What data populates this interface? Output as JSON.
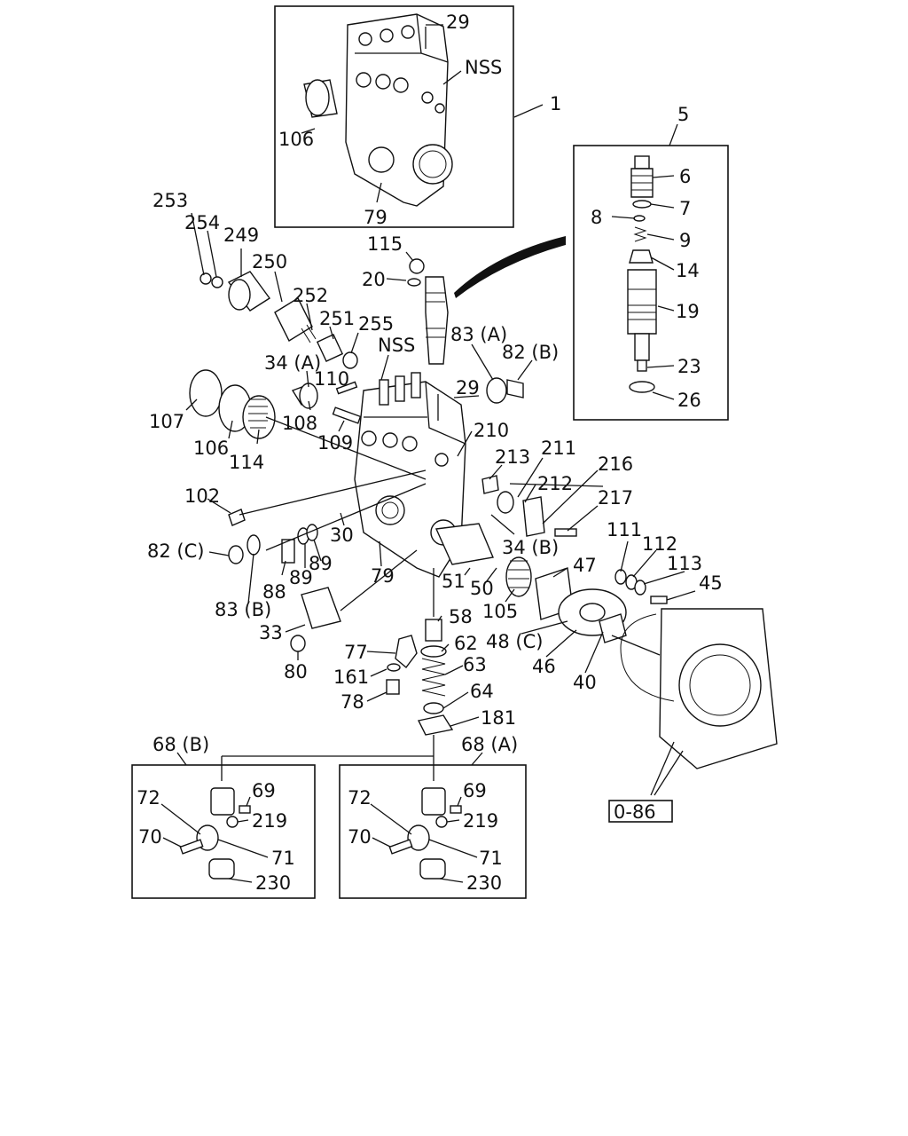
{
  "diagram": {
    "callouts": {
      "c29a": "29",
      "nssa": "NSS",
      "c1": "1",
      "c106a": "106",
      "c79a": "79",
      "c5": "5",
      "c6": "6",
      "c7": "7",
      "c8": "8",
      "c9": "9",
      "c14": "14",
      "c19": "19",
      "c23": "23",
      "c26": "26",
      "c253": "253",
      "c254": "254",
      "c249": "249",
      "c250": "250",
      "c252": "252",
      "c251": "251",
      "c255": "255",
      "nssb": "NSS",
      "c115": "115",
      "c20": "20",
      "c83a": "83 (A)",
      "c82b": "82 (B)",
      "c34a": "34 (A)",
      "c110": "110",
      "c29b": "29",
      "c107": "107",
      "c106b": "106",
      "c114": "114",
      "c108": "108",
      "c109": "109",
      "c210": "210",
      "c211": "211",
      "c213": "213",
      "c212": "212",
      "c216": "216",
      "c217": "217",
      "c102": "102",
      "c30": "30",
      "c34b": "34 (B)",
      "c82c": "82 (C)",
      "c89a": "89",
      "c89b": "89",
      "c88": "88",
      "c83b": "83 (B)",
      "c79b": "79",
      "c51": "51",
      "c50": "50",
      "c47": "47",
      "c111": "111",
      "c112": "112",
      "c113": "113",
      "c45": "45",
      "c105": "105",
      "c58": "58",
      "c48c": "48 (C)",
      "c33": "33",
      "c77": "77",
      "c62": "62",
      "c63": "63",
      "c46": "46",
      "c40": "40",
      "c80": "80",
      "c161": "161",
      "c78": "78",
      "c64": "64",
      "c181": "181",
      "c68b": "68 (B)",
      "c68a": "68 (A)",
      "c086": "0-86",
      "c72a": "72",
      "c69a": "69",
      "c219a": "219",
      "c70a": "70",
      "c71a": "71",
      "c230a": "230",
      "c72b": "72",
      "c69b": "69",
      "c219b": "219",
      "c70b": "70",
      "c71b": "71",
      "c230b": "230"
    }
  }
}
